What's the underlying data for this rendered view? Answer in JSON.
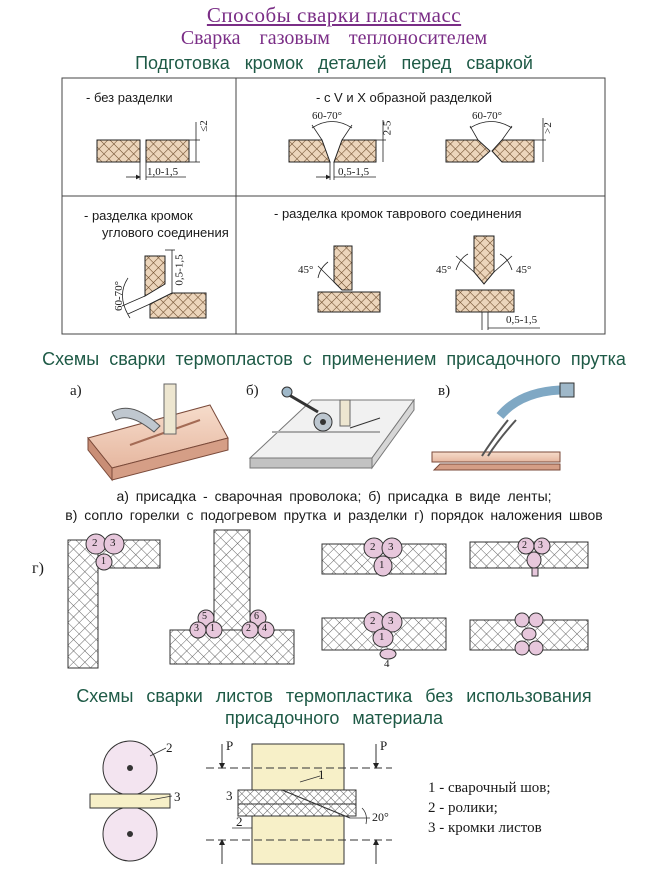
{
  "header": {
    "title": "Способы сварки пластмасс",
    "subtitle": "Сварка газовым теплоносителем"
  },
  "edge_prep": {
    "heading": "Подготовка кромок деталей перед сваркой",
    "cells": {
      "no_prep": "- без разделки",
      "vx_prep": "- с V и X образной разделкой",
      "corner_line1": "- разделка кромок",
      "corner_line2": "углового соединения",
      "tee": "- разделка кромок таврового соединения"
    },
    "dims": {
      "gap_a": "1,0-1,5",
      "le2": "≤2",
      "angle_v": "60-70°",
      "h_v": "2-5",
      "gap_v": "0,5-1,5",
      "angle_x": "60-70°",
      "ge2": ">2",
      "angle_corner": "60-70°",
      "gap_corner": "0,5-1,5",
      "tee_45a": "45°",
      "tee_45b": "45°",
      "tee_45c": "45°",
      "gap_tee": "0,5-1,5"
    }
  },
  "filler": {
    "heading": "Схемы сварки термопластов с применением присадочного прутка",
    "labels": {
      "a": "а)",
      "b": "б)",
      "v": "в)",
      "g": "г)"
    },
    "caption1": "а) присадка - сварочная проволока;  б) присадка в виде ленты;",
    "caption2": "в) сопло горелки с подогревом прутка и разделки г) порядок наложения швов",
    "bead_nums": [
      "1",
      "2",
      "3",
      "4",
      "5",
      "6"
    ]
  },
  "sheets": {
    "heading_line1": "Схемы сварки листов термопластика без использования",
    "heading_line2": "присадочного материала",
    "force": "P",
    "angle": "20°",
    "callouts": [
      "1",
      "2",
      "3"
    ],
    "legend": [
      "1 - сварочный шов;",
      "2 - ролики;",
      "3 - кромки листов"
    ]
  },
  "colors": {
    "title": "#7a2d86",
    "heading": "#1e5a46",
    "hatch": "#e8cdb0",
    "roller": "#f3e4f0",
    "sheet": "#f7f0c8"
  }
}
